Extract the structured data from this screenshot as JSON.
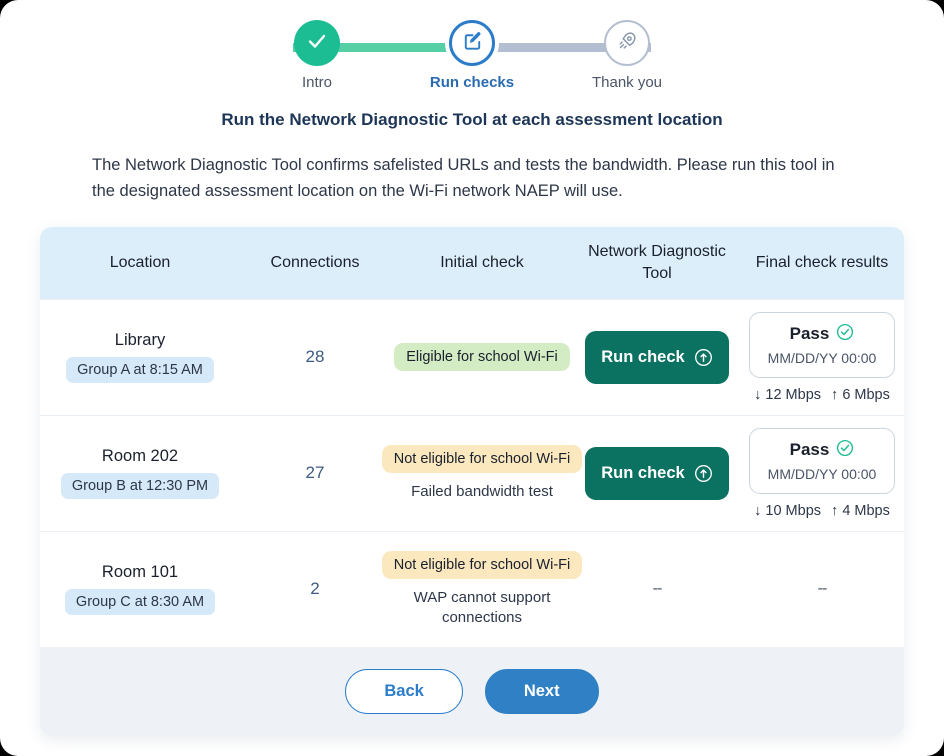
{
  "stepper": {
    "steps": [
      {
        "label": "Intro",
        "state": "done",
        "icon": "check-icon"
      },
      {
        "label": "Run checks",
        "state": "current",
        "icon": "edit-square-icon"
      },
      {
        "label": "Thank you",
        "state": "future",
        "icon": "rocket-icon"
      }
    ],
    "colors": {
      "done": "#1dbd93",
      "track_done": "#55cfa3",
      "current": "#2b7cc9",
      "track_todo": "#b3bfd0"
    }
  },
  "heading": "Run the Network Diagnostic Tool at each assessment location",
  "intro_text": "The Network Diagnostic Tool confirms safelisted URLs and tests the bandwidth. Please run this tool in the designated assessment location on the Wi-Fi network NAEP will use.",
  "table": {
    "columns": [
      "Location",
      "Connections",
      "Initial check",
      "Network Diagnostic Tool",
      "Final check results"
    ],
    "rows": [
      {
        "location": "Library",
        "group": "Group A at 8:15 AM",
        "connections": "28",
        "initial_badge": "Eligible for school Wi-Fi",
        "initial_badge_type": "eligible",
        "initial_note": "",
        "action_label": "Run check",
        "action_icon": "info-circle-icon",
        "has_action": true,
        "result_status": "Pass",
        "result_icon": "check-circle-icon",
        "result_date": "MM/DD/YY 00:00",
        "download": "↓ 12 Mbps",
        "upload": "↑ 6 Mbps",
        "has_result": true,
        "dash": "--"
      },
      {
        "location": "Room 202",
        "group": "Group B at 12:30 PM",
        "connections": "27",
        "initial_badge": "Not eligible for school Wi-Fi",
        "initial_badge_type": "not-eligible",
        "initial_note": "Failed bandwidth test",
        "action_label": "Run check",
        "action_icon": "info-circle-icon",
        "has_action": true,
        "result_status": "Pass",
        "result_icon": "check-circle-icon",
        "result_date": "MM/DD/YY 00:00",
        "download": "↓ 10 Mbps",
        "upload": "↑ 4 Mbps",
        "has_result": true,
        "dash": "--"
      },
      {
        "location": "Room 101",
        "group": "Group C at 8:30 AM",
        "connections": "2",
        "initial_badge": "Not eligible for school Wi-Fi",
        "initial_badge_type": "not-eligible",
        "initial_note": "WAP cannot support connections",
        "action_label": "",
        "action_icon": "",
        "has_action": false,
        "result_status": "",
        "result_icon": "",
        "result_date": "",
        "download": "",
        "upload": "",
        "has_result": false,
        "dash": "--"
      }
    ]
  },
  "footer": {
    "back_label": "Back",
    "next_label": "Next",
    "back_color": "#2b7cc9",
    "next_color": "#2f80c4"
  },
  "colors": {
    "heading": "#1d3557",
    "table_header_bg": "#ddeefb",
    "run_button_bg": "#0b7161",
    "eligible_badge": "#d4ecc4",
    "not_eligible_badge": "#fbe8bf",
    "group_badge": "#d6e9f9",
    "footer_bg": "#eef1f6",
    "pass_icon": "#1dbd93"
  }
}
